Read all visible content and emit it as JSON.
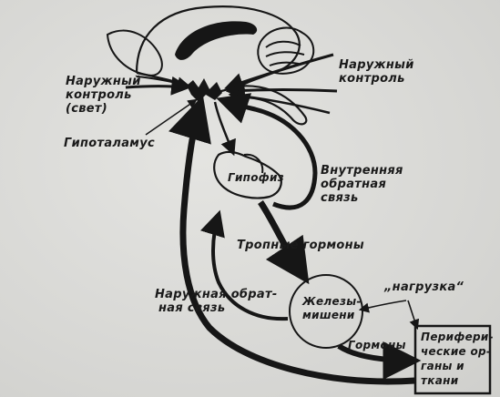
{
  "labels": {
    "ext_control_light": [
      "Наружный",
      "контроль",
      "(свет)"
    ],
    "ext_control_right": [
      "Наружный",
      "контроль"
    ],
    "hypothalamus": "Гипоталамус",
    "pituitary": "Гипофиз",
    "internal_feedback": [
      "Внутренняя",
      "обратная",
      "связь"
    ],
    "tropic_hormones": "Тропные гормоны",
    "external_feedback": [
      "Наружная обрат-",
      "ная связь"
    ],
    "target_glands": [
      "Железы-",
      "мишени"
    ],
    "load": "„нагрузка“",
    "hormones": "Гормоны",
    "peripheral": [
      "Перифери-",
      "ческие ор-",
      "ганы и",
      "ткани"
    ]
  },
  "colors": {
    "ink": "#161616",
    "paper": "#d9d9d6"
  }
}
